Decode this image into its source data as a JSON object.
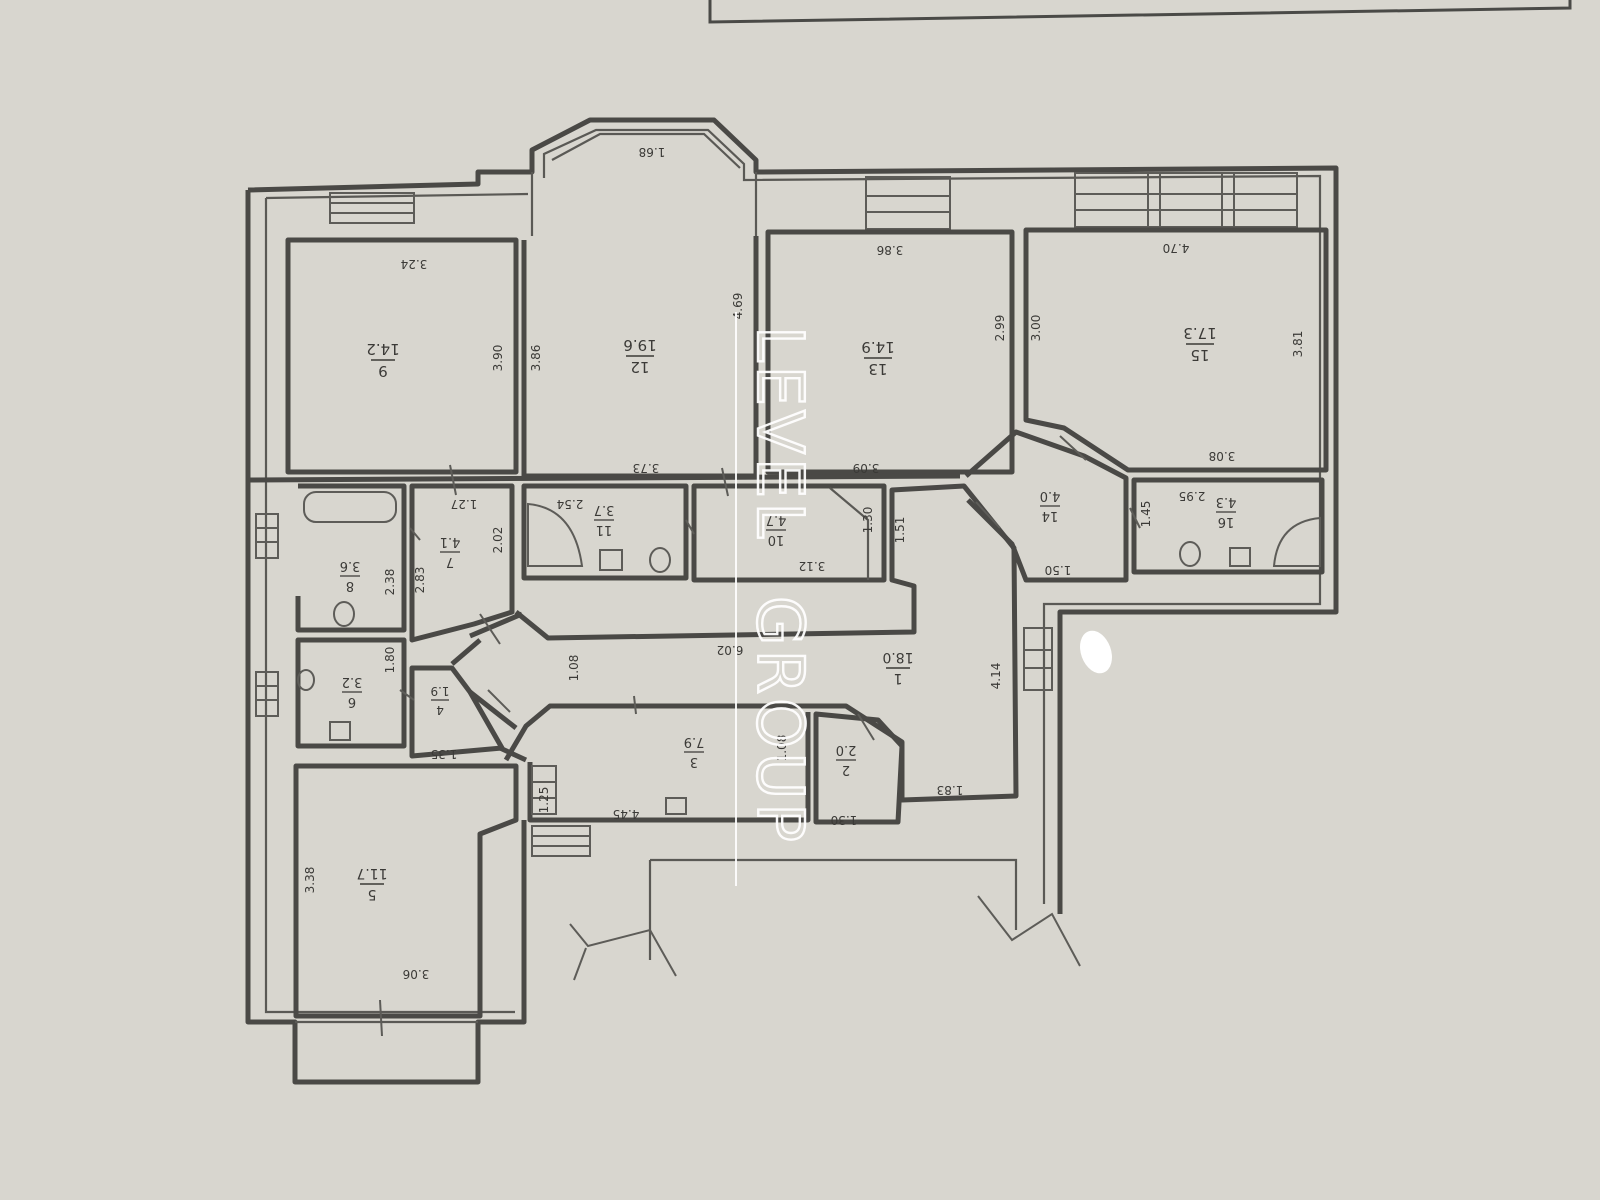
{
  "watermark": {
    "line1": "LEVEL",
    "line2": "GROUP"
  },
  "rooms": [
    {
      "id": "r9",
      "num": "9",
      "area": "14.2"
    },
    {
      "id": "r12",
      "num": "12",
      "area": "19.6"
    },
    {
      "id": "r13",
      "num": "13",
      "area": "14.9"
    },
    {
      "id": "r15",
      "num": "15",
      "area": "17.3"
    },
    {
      "id": "r8",
      "num": "8",
      "area": "3.6"
    },
    {
      "id": "r7",
      "num": "7",
      "area": "4.1"
    },
    {
      "id": "r11",
      "num": "11",
      "area": "3.7"
    },
    {
      "id": "r10",
      "num": "10",
      "area": "4.7"
    },
    {
      "id": "r14",
      "num": "14",
      "area": "4.0"
    },
    {
      "id": "r16",
      "num": "16",
      "area": "4.3"
    },
    {
      "id": "r6",
      "num": "6",
      "area": "3.2"
    },
    {
      "id": "r4",
      "num": "4",
      "area": "1.9"
    },
    {
      "id": "r1",
      "num": "1",
      "area": "18.0"
    },
    {
      "id": "r3",
      "num": "3",
      "area": "7.9"
    },
    {
      "id": "r2",
      "num": "2",
      "area": "2.0"
    },
    {
      "id": "r5",
      "num": "5",
      "area": "11.7"
    }
  ],
  "dimensions": {
    "d_168": "1.68",
    "d_324": "3.24",
    "d_390": "3.90",
    "d_386": "3.86",
    "d_469": "4.69",
    "d_386b": "3.86",
    "d_299": "2.99",
    "d_300": "3.00",
    "d_470": "4.70",
    "d_381": "3.81",
    "d_373": "3.73",
    "d_309": "3.09",
    "d_308": "3.08",
    "d_127": "1.27",
    "d_254": "2.54",
    "d_202": "2.02",
    "d_238": "2.38",
    "d_283": "2.83",
    "d_312": "3.12",
    "d_150": "1.50",
    "d_295": "2.95",
    "d_145": "1.45",
    "d_151": "1.51",
    "d_130": "1.30",
    "d_180": "1.80",
    "d_108": "1.08",
    "d_602": "6.02",
    "d_414": "4.14",
    "d_135": "1.35",
    "d_445": "4.45",
    "d_125": "1.25",
    "d_130b": "1.30",
    "d_183": "1.83",
    "d_108b": "1.08",
    "d_338": "3.38",
    "d_306": "3.06"
  }
}
